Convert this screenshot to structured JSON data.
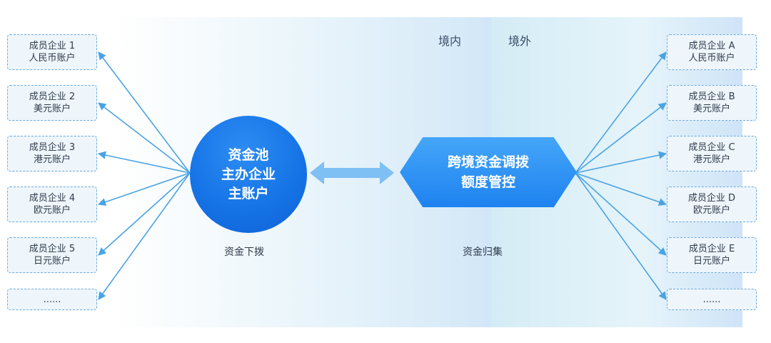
{
  "regions": {
    "domestic": "境内",
    "overseas": "境外"
  },
  "left_accounts": [
    {
      "line1": "成员企业 1",
      "line2": "人民币账户"
    },
    {
      "line1": "成员企业 2",
      "line2": "美元账户"
    },
    {
      "line1": "成员企业 3",
      "line2": "港元账户"
    },
    {
      "line1": "成员企业 4",
      "line2": "欧元账户"
    },
    {
      "line1": "成员企业 5",
      "line2": "日元账户"
    },
    {
      "line1": "......",
      "line2": ""
    }
  ],
  "right_accounts": [
    {
      "line1": "成员企业 A",
      "line2": "人民币账户"
    },
    {
      "line1": "成员企业 B",
      "line2": "美元账户"
    },
    {
      "line1": "成员企业 C",
      "line2": "港元账户"
    },
    {
      "line1": "成员企业 D",
      "line2": "欧元账户"
    },
    {
      "line1": "成员企业 E",
      "line2": "日元账户"
    },
    {
      "line1": "......",
      "line2": ""
    }
  ],
  "pool": {
    "line1": "资金池",
    "line2": "主办企业",
    "line3": "主账户"
  },
  "cross_border": {
    "line1": "跨境资金调拨",
    "line2": "额度管控"
  },
  "captions": {
    "left": "资金下拨",
    "right": "资金归集"
  },
  "colors": {
    "arrow": "#4aa3e3",
    "double_arrow": "#7ec0f4",
    "circle": "#1674e6",
    "hex": "#2d8ff2",
    "box_border": "#6aa9dc"
  }
}
